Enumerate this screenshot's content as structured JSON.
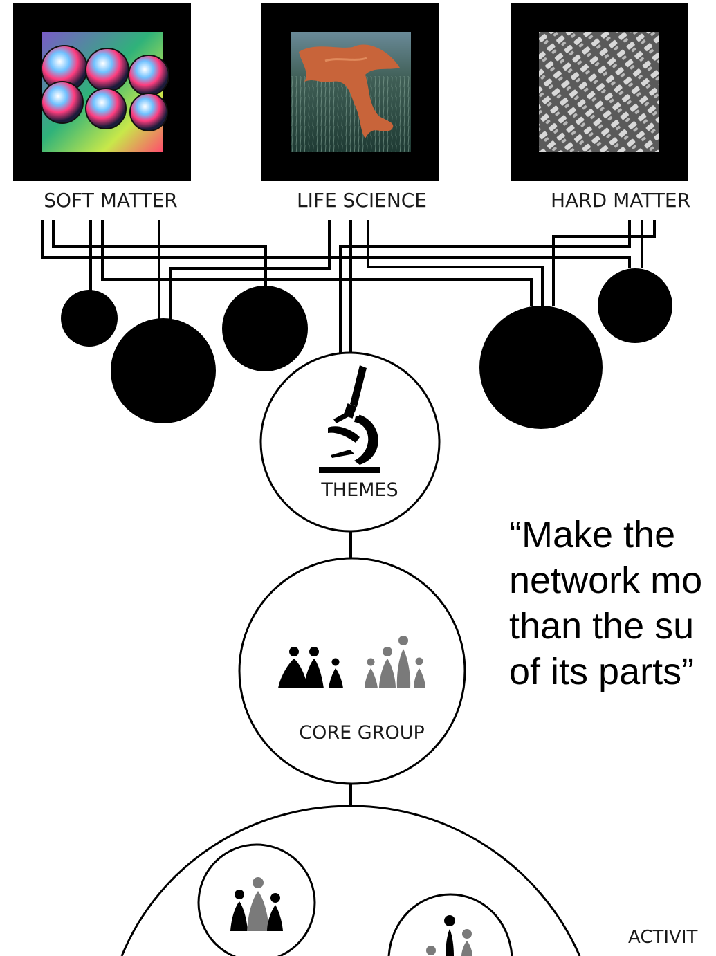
{
  "themes": [
    {
      "label": "SOFT MATTER",
      "image": "soft-matter-droplets-photo"
    },
    {
      "label": "LIFE SCIENCE",
      "image": "life-science-cell-photo"
    },
    {
      "label": "HARD MATTER",
      "image": "hard-matter-micrograph-photo"
    }
  ],
  "nodes": {
    "themes_label": "THEMES",
    "core_group_label": "CORE GROUP",
    "activities_label": "ACTIVIT"
  },
  "quote": {
    "lines": [
      "“Make the",
      "network mo",
      "than the su",
      "of its parts”"
    ]
  },
  "icons": {
    "themes": "microscope-icon",
    "core_group": "people-group-icon"
  },
  "colors": {
    "line": "#000000",
    "people_dark": "#000000",
    "people_gray": "#7a7a7a"
  }
}
